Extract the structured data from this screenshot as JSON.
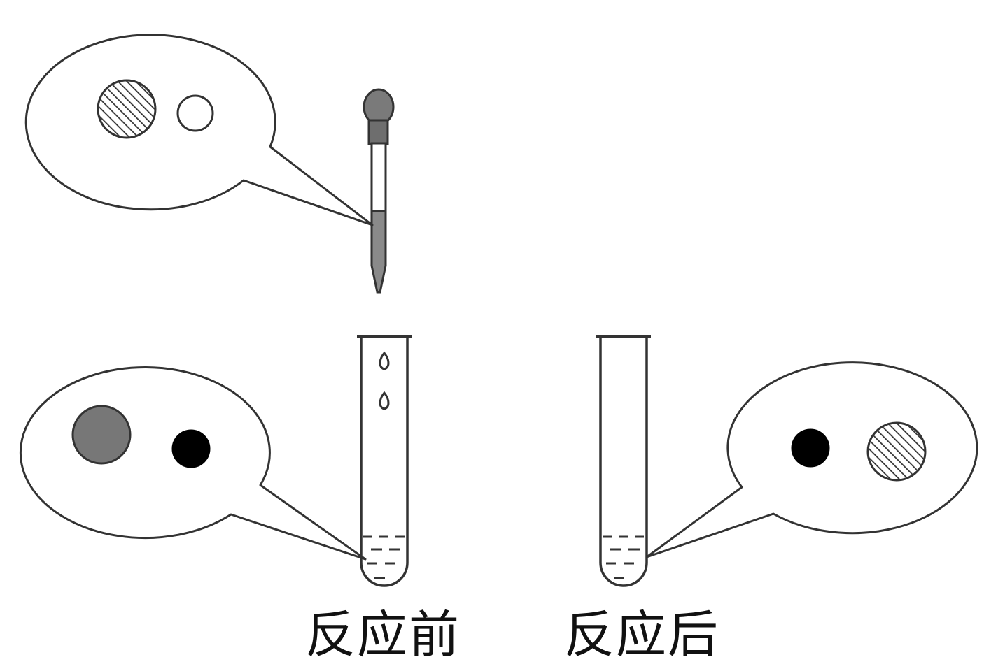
{
  "captions": {
    "before": "反应前",
    "after": "反应后"
  },
  "particle_types": [
    {
      "key": "hatched",
      "fill": "hatch",
      "stroke": "#333333"
    },
    {
      "key": "open",
      "fill": "#ffffff",
      "stroke": "#333333"
    },
    {
      "key": "gray",
      "fill": "#777777",
      "stroke": "#333333"
    },
    {
      "key": "black",
      "fill": "#000000",
      "stroke": "#000000"
    }
  ],
  "callouts": {
    "dropper_solution": [
      "hatched",
      "open"
    ],
    "before_solution": [
      "gray",
      "black"
    ],
    "after_solution": [
      "black",
      "hatched"
    ]
  },
  "colors": {
    "stroke": "#333333",
    "background": "#ffffff",
    "dropper_bulb": "#7a7a7a",
    "dropper_liquid": "#8a8a8a"
  }
}
